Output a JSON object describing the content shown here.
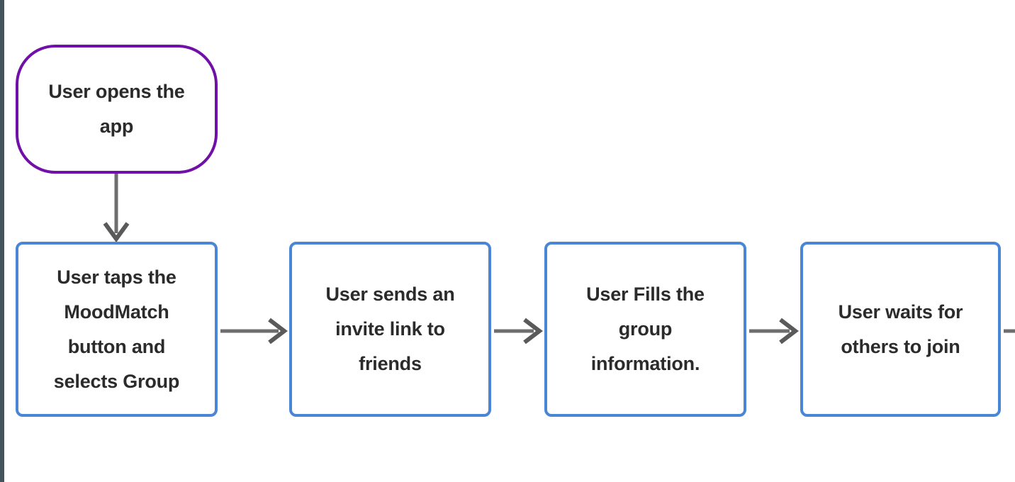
{
  "diagram": {
    "type": "flowchart",
    "orientation": "left-to-right",
    "background_color": "#ffffff",
    "edge_rail_color": "#44545c",
    "start_node_color": "#7110a8",
    "process_node_color": "#4a86d6",
    "connector_color": "#6e6e6e",
    "text_color": "#2b2b2b",
    "nodes": [
      {
        "id": "start",
        "shape": "stadium",
        "label": "User opens the\napp",
        "border_color": "#7110a8"
      },
      {
        "id": "step1",
        "shape": "rounded-rect",
        "label": "User taps the\nMoodMatch\nbutton and\nselects Group",
        "border_color": "#4a86d6"
      },
      {
        "id": "step2",
        "shape": "rounded-rect",
        "label": "User sends an\ninvite link to\nfriends",
        "border_color": "#4a86d6"
      },
      {
        "id": "step3",
        "shape": "rounded-rect",
        "label": "User Fills the\ngroup\ninformation.",
        "border_color": "#4a86d6"
      },
      {
        "id": "step4",
        "shape": "rounded-rect",
        "label": "User waits for\nothers to join",
        "border_color": "#4a86d6"
      }
    ],
    "connectors": [
      {
        "id": "c0",
        "from": "start",
        "to": "step1",
        "direction": "down",
        "arrowhead": true
      },
      {
        "id": "c1",
        "from": "step1",
        "to": "step2",
        "direction": "right",
        "arrowhead": true
      },
      {
        "id": "c2",
        "from": "step2",
        "to": "step3",
        "direction": "right",
        "arrowhead": true
      },
      {
        "id": "c3",
        "from": "step3",
        "to": "step4",
        "direction": "right",
        "arrowhead": true
      },
      {
        "id": "c4",
        "from": "step4",
        "to": "offscreen",
        "direction": "right",
        "arrowhead": false
      }
    ]
  }
}
